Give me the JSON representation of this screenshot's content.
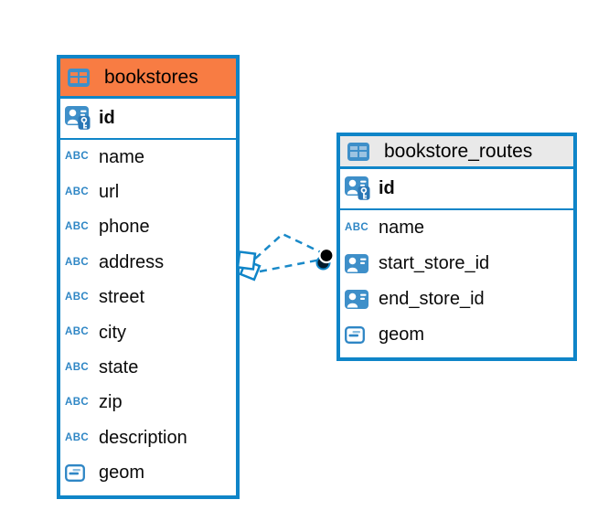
{
  "colors": {
    "table_border_blue": "#0f85c8",
    "icon_blue": "#3e8fc9",
    "type_glyph_blue": "#2e86c5",
    "header_orange": "#f87c43",
    "header_gray": "#e9e9e9",
    "connector_blue": "#1989c8",
    "text_black": "#0a0a0a"
  },
  "icons": {
    "text_type_glyph": "ABC",
    "table_icon": "table-grid",
    "primary_key_icon": "person-badge-with-key",
    "reference_icon": "person-badge",
    "geometry_icon": "rounded-square-with-dashes"
  },
  "tables": [
    {
      "name": "bookstores",
      "header_style": "orange",
      "columns": [
        {
          "name": "id",
          "type": "primary-key"
        },
        {
          "name": "name",
          "type": "text"
        },
        {
          "name": "url",
          "type": "text"
        },
        {
          "name": "phone",
          "type": "text"
        },
        {
          "name": "address",
          "type": "text"
        },
        {
          "name": "street",
          "type": "text"
        },
        {
          "name": "city",
          "type": "text"
        },
        {
          "name": "state",
          "type": "text"
        },
        {
          "name": "zip",
          "type": "text"
        },
        {
          "name": "description",
          "type": "text"
        },
        {
          "name": "geom",
          "type": "geometry"
        }
      ]
    },
    {
      "name": "bookstore_routes",
      "header_style": "gray",
      "columns": [
        {
          "name": "id",
          "type": "primary-key"
        },
        {
          "name": "name",
          "type": "text"
        },
        {
          "name": "start_store_id",
          "type": "reference"
        },
        {
          "name": "end_store_id",
          "type": "reference"
        },
        {
          "name": "geom",
          "type": "geometry"
        }
      ]
    }
  ],
  "relationship": {
    "style": "dashed",
    "line_count": 2,
    "from_table": "bookstores",
    "to_table": "bookstore_routes",
    "from_marker": "stacked-diamonds",
    "to_marker": "stacked-dots",
    "color": "#1989c8"
  }
}
